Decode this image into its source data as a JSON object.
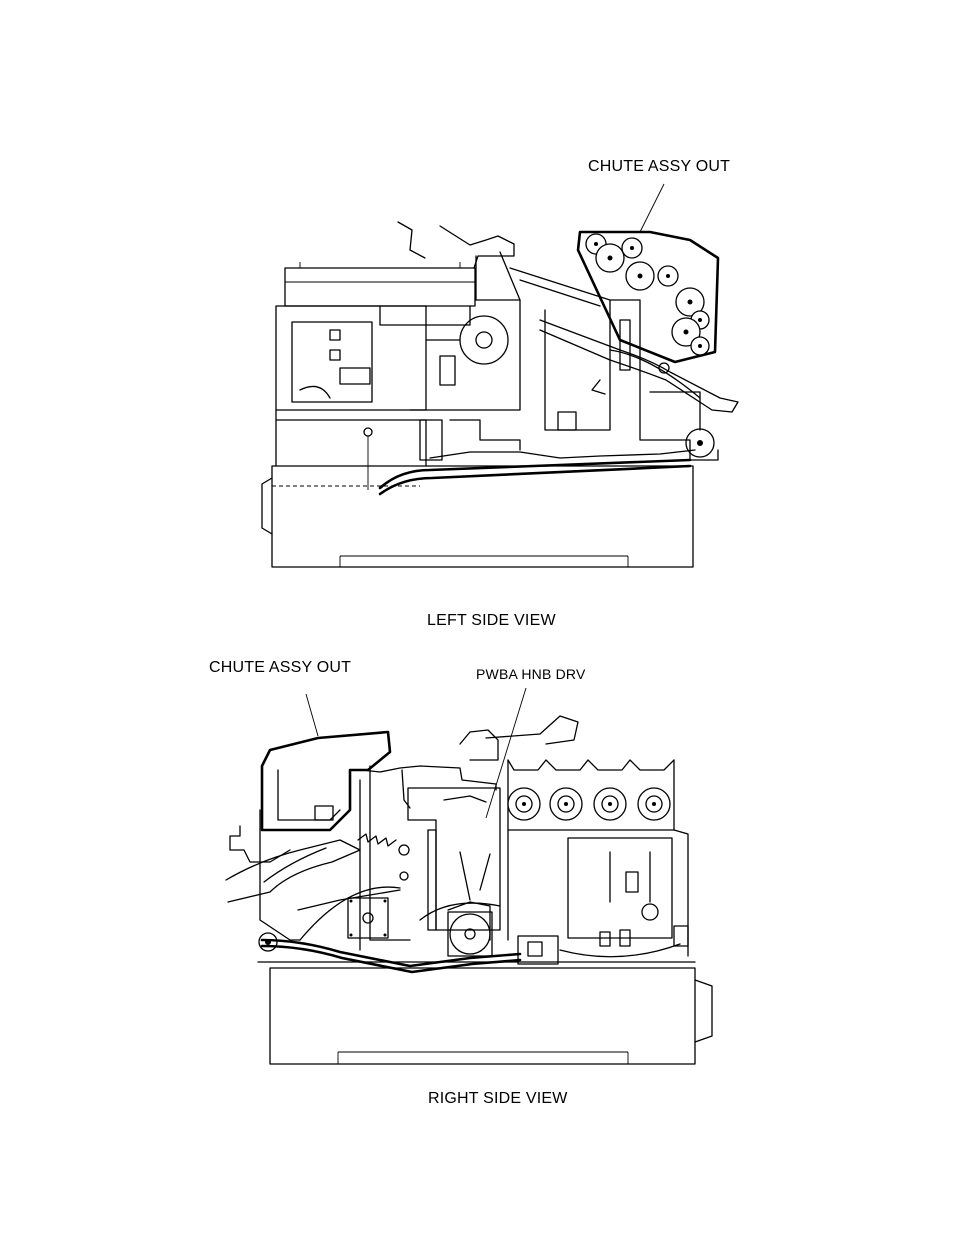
{
  "figure_left": {
    "caption": "LEFT SIDE VIEW",
    "callouts": {
      "chute": "CHUTE ASSY OUT"
    }
  },
  "figure_right": {
    "caption": "RIGHT SIDE VIEW",
    "callouts": {
      "chute": "CHUTE ASSY OUT",
      "pwba": "PWBA HNB DRV"
    }
  }
}
